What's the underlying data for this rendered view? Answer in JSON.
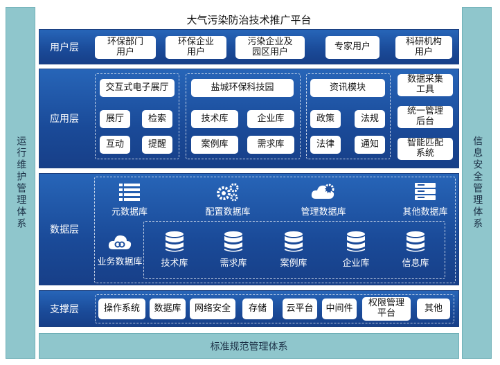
{
  "title": "大气污染防治技术推广平台",
  "left_side": "运行维护管理体系",
  "right_side": "信息安全管理体系",
  "bottom_bar": "标准规范管理体系",
  "user_layer": {
    "label": "用户层",
    "items": [
      "环保部门\n用户",
      "环保企业\n用户",
      "污染企业及\n园区用户",
      "专家用户",
      "科研机构\n用户"
    ]
  },
  "app_layer": {
    "label": "应用层",
    "group1": {
      "title": "交互式电子展厅",
      "items": [
        "展厅",
        "检索",
        "互动",
        "提醒"
      ]
    },
    "group2": {
      "title": "盐城环保科技园",
      "items": [
        "技术库",
        "企业库",
        "案例库",
        "需求库"
      ]
    },
    "group3": {
      "title": "资讯模块",
      "items": [
        "政策",
        "法规",
        "法律",
        "通知"
      ]
    },
    "side_items": [
      "数据采集\n工具",
      "统一管理\n后台",
      "智能匹配\n系统"
    ]
  },
  "data_layer": {
    "label": "数据层",
    "top_items": [
      {
        "label": "元数据库",
        "icon": "list-icon"
      },
      {
        "label": "配置数据库",
        "icon": "gears-icon"
      },
      {
        "label": "管理数据库",
        "icon": "cloud-gear-icon"
      },
      {
        "label": "其他数据库",
        "icon": "server-icon"
      }
    ],
    "business": {
      "label": "业务数据库",
      "icon": "cloud-link-icon"
    },
    "inner_items": [
      {
        "label": "技术库",
        "icon": "database-icon"
      },
      {
        "label": "需求库",
        "icon": "database-icon"
      },
      {
        "label": "案例库",
        "icon": "database-icon"
      },
      {
        "label": "企业库",
        "icon": "database-icon"
      },
      {
        "label": "信息库",
        "icon": "database-icon"
      }
    ]
  },
  "support_layer": {
    "label": "支撑层",
    "items": [
      "操作系统",
      "数据库",
      "网络安全",
      "存储",
      "云平台",
      "中间件",
      "权限管理\n平台",
      "其他"
    ]
  }
}
